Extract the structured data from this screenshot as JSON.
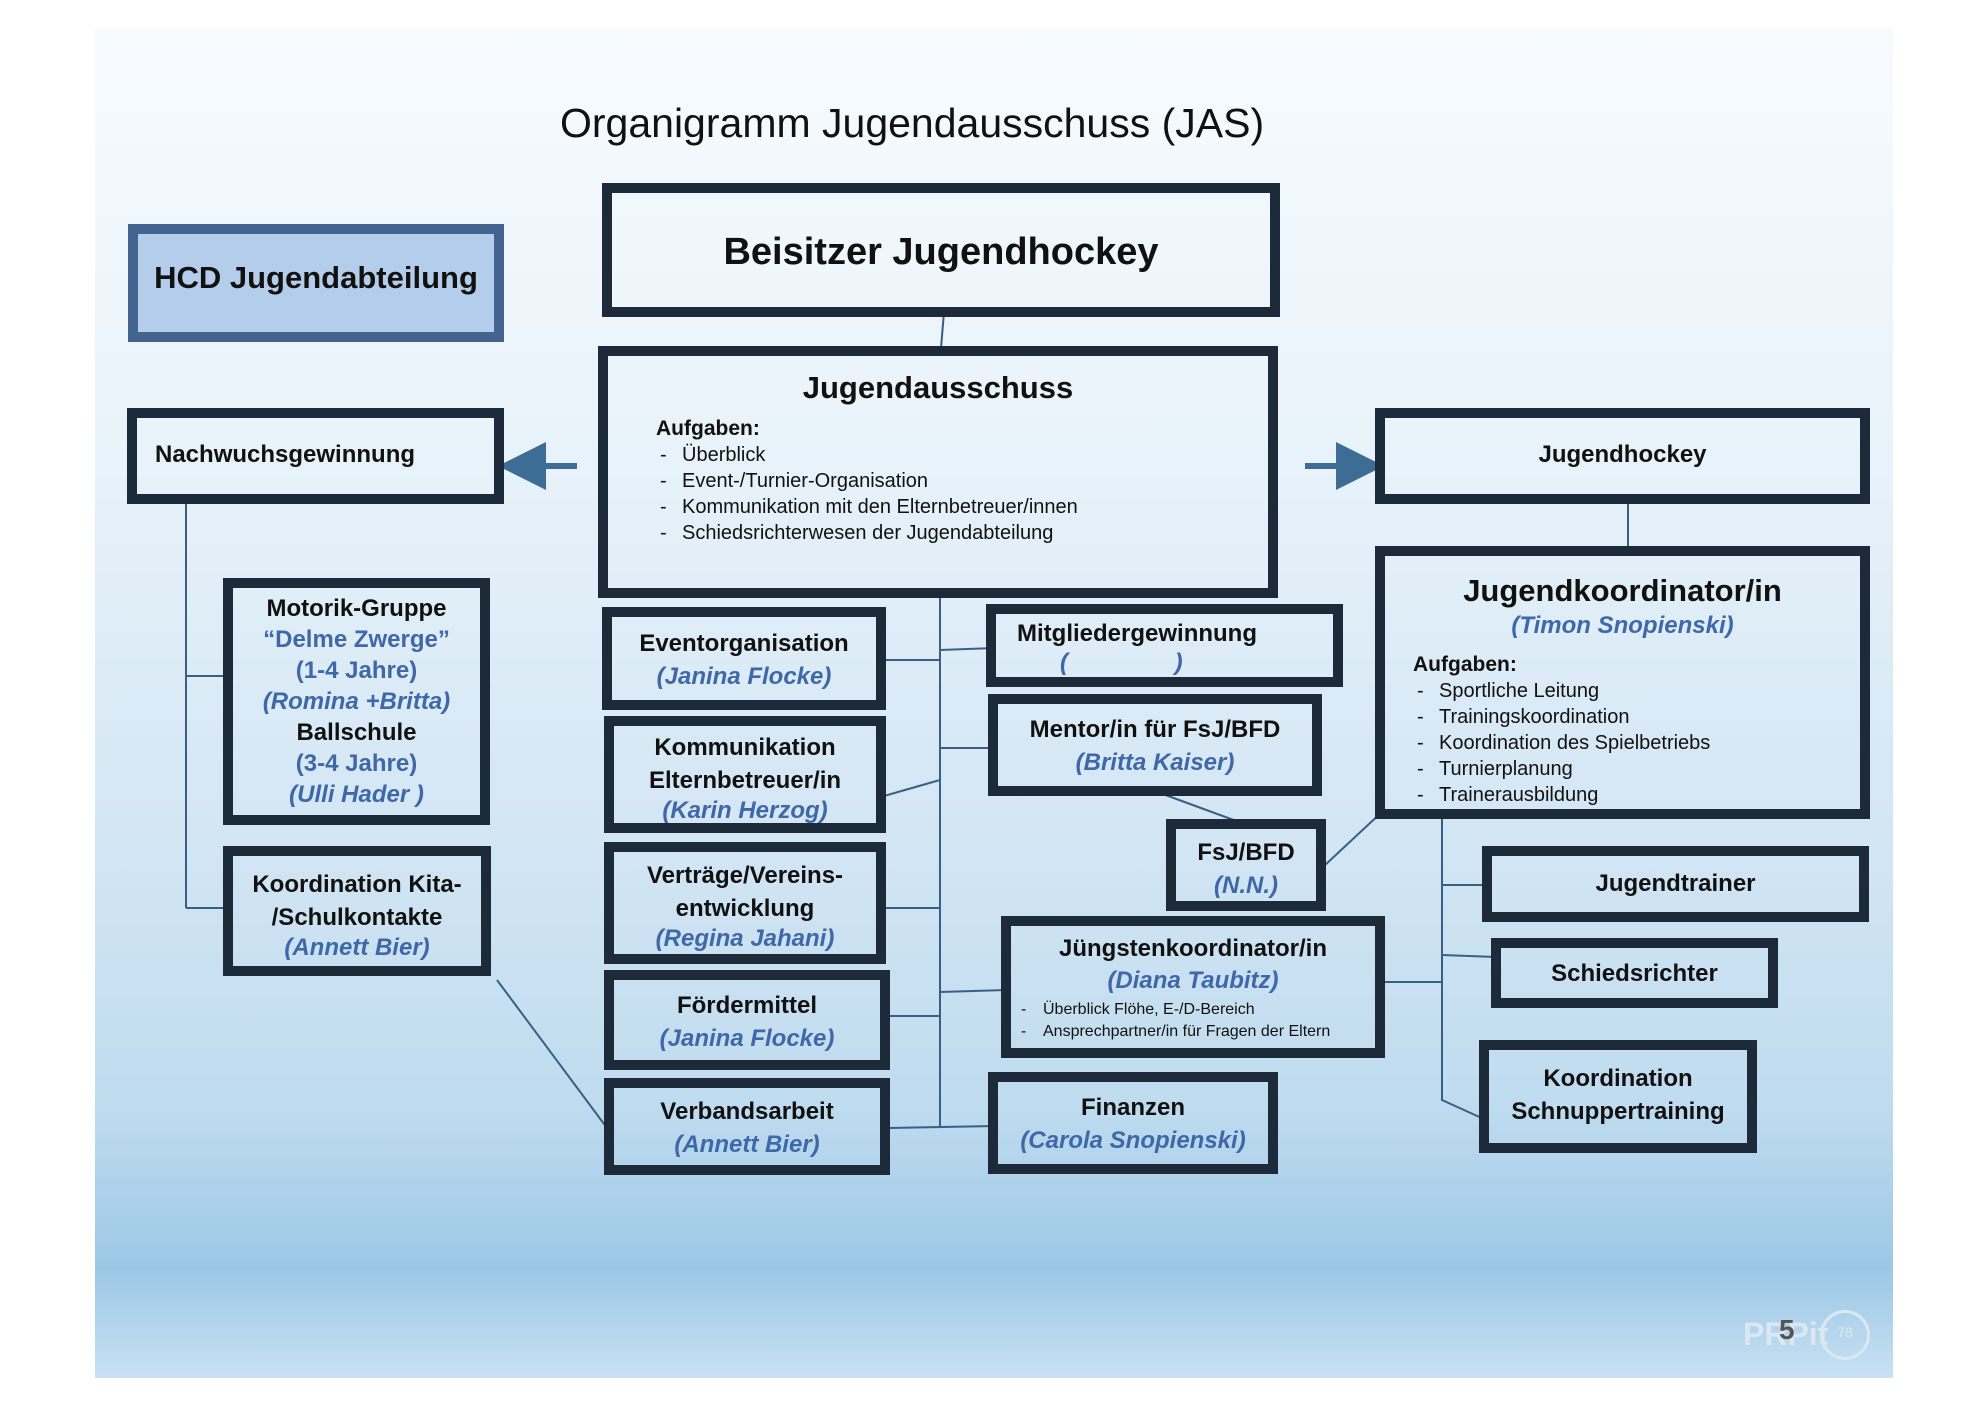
{
  "title": "Organigramm Jugendausschuss (JAS)",
  "hcd": "HCD Jugendabteilung",
  "beisitzer": "Beisitzer Jugendhockey",
  "ja": {
    "title": "Jugendausschuss",
    "tasks_label": "Aufgaben:",
    "tasks": [
      "Überblick",
      "Event-/Turnier-Organisation",
      "Kommunikation mit den Elternbetreuer/innen",
      "Schiedsrichterwesen der Jugendabteilung"
    ]
  },
  "nachwuchs": "Nachwuchsgewinnung",
  "jugendhockey": "Jugendhockey",
  "motorik": {
    "l1": "Motorik-Gruppe",
    "l2": "“Delme Zwerge”",
    "l3": "(1-4 Jahre)",
    "l4": "(Romina +Britta)",
    "l5": "Ballschule",
    "l6": "(3-4 Jahre)",
    "l7": "(Ulli Hader )"
  },
  "kita": {
    "l1": "Koordination Kita-",
    "l2": "/Schulkontakte",
    "name": "(Annett Bier)"
  },
  "event": {
    "title": "Eventorganisation",
    "name": "(Janina Flocke)"
  },
  "komm": {
    "l1": "Kommunikation",
    "l2": "Elternbetreuer/in",
    "name": "(Karin Herzog)"
  },
  "vertraege": {
    "l1": "Verträge/Vereins-",
    "l2": "entwicklung",
    "name": "(Regina Jahani)"
  },
  "foerder": {
    "title": "Fördermittel",
    "name": "(Janina Flocke)"
  },
  "verband": {
    "title": "Verbandsarbeit",
    "name": "(Annett Bier)"
  },
  "mitglieder": {
    "title": "Mitgliedergewinnung",
    "name": "(                )"
  },
  "mentor": {
    "title": "Mentor/in für FsJ/BFD",
    "name": "(Britta Kaiser)"
  },
  "fsj": {
    "title": "FsJ/BFD",
    "name": "(N.N.)"
  },
  "juengsten": {
    "title": "Jüngstenkoordinator/in",
    "name": "(Diana Taubitz)",
    "tasks": [
      "Überblick Flöhe, E-/D-Bereich",
      "Ansprechpartner/in für Fragen der Eltern"
    ]
  },
  "finanzen": {
    "title": "Finanzen",
    "name": "(Carola Snopienski)"
  },
  "jk": {
    "title": "Jugendkoordinator/in",
    "name": "(Timon Snopienski)",
    "tasks_label": "Aufgaben:",
    "tasks": [
      "Sportliche Leitung",
      "Trainingskoordination",
      "Koordination des Spielbetriebs",
      "Turnierplanung",
      "Trainerausbildung"
    ]
  },
  "jugendtrainer": "Jugendtrainer",
  "schiri": "Schiedsrichter",
  "schnupper": {
    "l1": "Koordination",
    "l2": "Schnuppertraining"
  },
  "footer": {
    "brand": "PRPit",
    "page": "5",
    "ring": "78"
  }
}
